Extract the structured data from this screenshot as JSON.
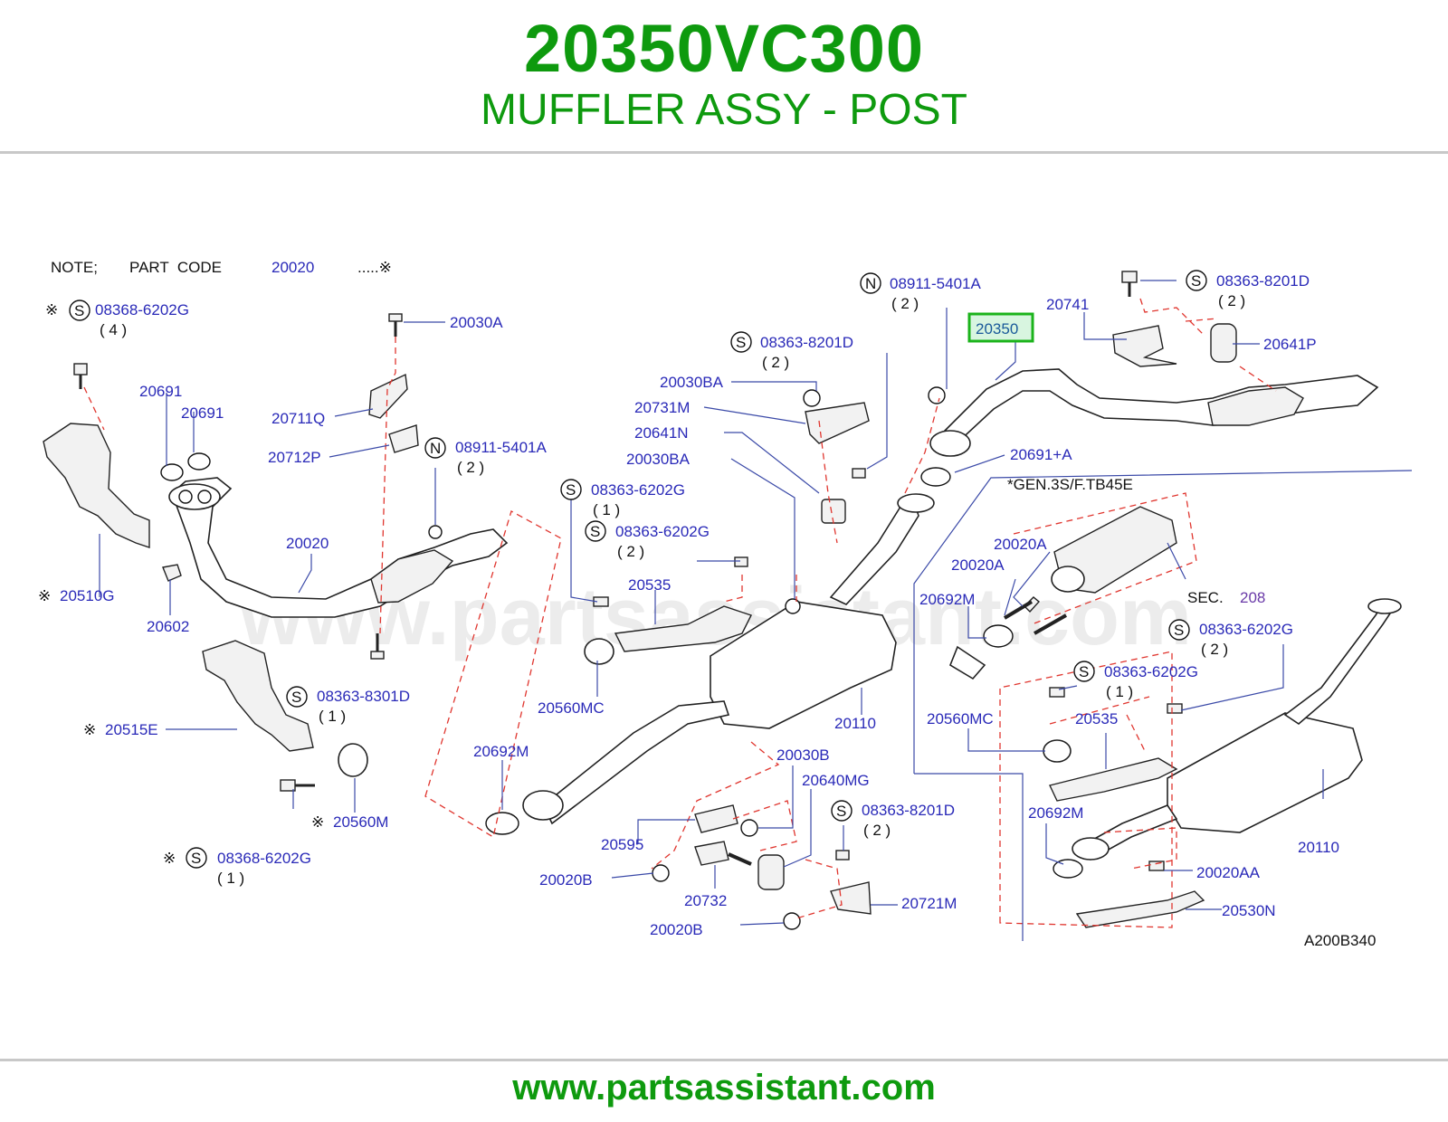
{
  "header": {
    "title": "20350VC300",
    "subtitle": "MUFFLER ASSY - POST"
  },
  "note": {
    "label": "NOTE;",
    "part_code_label": "PART  CODE",
    "part_code_value": "20020",
    "part_code_suffix": ".....※"
  },
  "callouts": [
    {
      "id": "c1",
      "prefix": "※",
      "circle": "S",
      "text": "08368-6202G",
      "qty": "( 4 )"
    },
    {
      "id": "c2",
      "text": "20030A"
    },
    {
      "id": "c3",
      "text": "20691"
    },
    {
      "id": "c4",
      "text": "20691"
    },
    {
      "id": "c5",
      "text": "20711Q"
    },
    {
      "id": "c6",
      "text": "20712P"
    },
    {
      "id": "c7",
      "circle": "N",
      "text": "08911-5401A",
      "qty": "( 2 )"
    },
    {
      "id": "c8",
      "text": "20020"
    },
    {
      "id": "c9",
      "prefix": "※",
      "text": "20510G"
    },
    {
      "id": "c10",
      "text": "20602"
    },
    {
      "id": "c11",
      "circle": "S",
      "text": "08363-8301D",
      "qty": "( 1 )"
    },
    {
      "id": "c12",
      "prefix": "※",
      "text": "20515E"
    },
    {
      "id": "c13",
      "prefix": "※",
      "text": "20560M"
    },
    {
      "id": "c14",
      "prefix": "※",
      "circle": "S",
      "text": "08368-6202G",
      "qty": "( 1 )"
    },
    {
      "id": "c15",
      "circle": "N",
      "text": "08911-5401A",
      "qty": "( 2 )"
    },
    {
      "id": "c16",
      "text": "20350",
      "highlight": true
    },
    {
      "id": "c17",
      "text": "20741"
    },
    {
      "id": "c18",
      "circle": "S",
      "text": "08363-8201D",
      "qty": "( 2 )"
    },
    {
      "id": "c19",
      "text": "20641P"
    },
    {
      "id": "c20",
      "circle": "S",
      "text": "08363-8201D",
      "qty": "( 2 )"
    },
    {
      "id": "c21",
      "text": "20030BA"
    },
    {
      "id": "c22",
      "text": "20731M"
    },
    {
      "id": "c23",
      "text": "20641N"
    },
    {
      "id": "c24",
      "text": "20030BA"
    },
    {
      "id": "c25",
      "text": "20691+A"
    },
    {
      "id": "c26",
      "circle": "S",
      "text": "08363-6202G",
      "qty": "( 1 )"
    },
    {
      "id": "c27",
      "circle": "S",
      "text": "08363-6202G",
      "qty": "( 2 )"
    },
    {
      "id": "c28",
      "text": "20535"
    },
    {
      "id": "c29",
      "text": "20560MC"
    },
    {
      "id": "c30",
      "text": "20110"
    },
    {
      "id": "c31",
      "text": "20692M"
    },
    {
      "id": "c32",
      "text": "20030B"
    },
    {
      "id": "c33",
      "text": "20640MG"
    },
    {
      "id": "c34",
      "circle": "S",
      "text": "08363-8201D",
      "qty": "( 2 )"
    },
    {
      "id": "c35",
      "text": "20595"
    },
    {
      "id": "c36",
      "text": "20020B"
    },
    {
      "id": "c37",
      "text": "20732"
    },
    {
      "id": "c38",
      "text": "20721M"
    },
    {
      "id": "c39",
      "text": "20020B"
    },
    {
      "id": "c40",
      "text": "20020A"
    },
    {
      "id": "c41",
      "text": "20020A"
    },
    {
      "id": "c42",
      "text": "20692M"
    },
    {
      "id": "c43",
      "text": "SEC.",
      "link": "208"
    },
    {
      "id": "c44",
      "circle": "S",
      "text": "08363-6202G",
      "qty": "( 2 )"
    },
    {
      "id": "c45",
      "circle": "S",
      "text": "08363-6202G",
      "qty": "( 1 )"
    },
    {
      "id": "c46",
      "text": "20560MC"
    },
    {
      "id": "c47",
      "text": "20535"
    },
    {
      "id": "c48",
      "text": "20692M"
    },
    {
      "id": "c49",
      "text": "20110"
    },
    {
      "id": "c50",
      "text": "20020AA"
    },
    {
      "id": "c51",
      "text": "20530N"
    }
  ],
  "engine_note": "*GEN.3S/F.TB45E",
  "diagram_code": "A200B340",
  "watermark": "www.partsassistant.com",
  "footer": {
    "url": "www.partsassistant.com"
  },
  "colors": {
    "brand_green": "#0e9a0e",
    "callout_blue": "#2a2ab8",
    "leader_blue": "#3b4aa8",
    "dash_red": "#e0362f",
    "highlight_border": "#1bb31b",
    "highlight_fill": "#d8f5e0",
    "rule_gray": "#c8c8c8"
  }
}
